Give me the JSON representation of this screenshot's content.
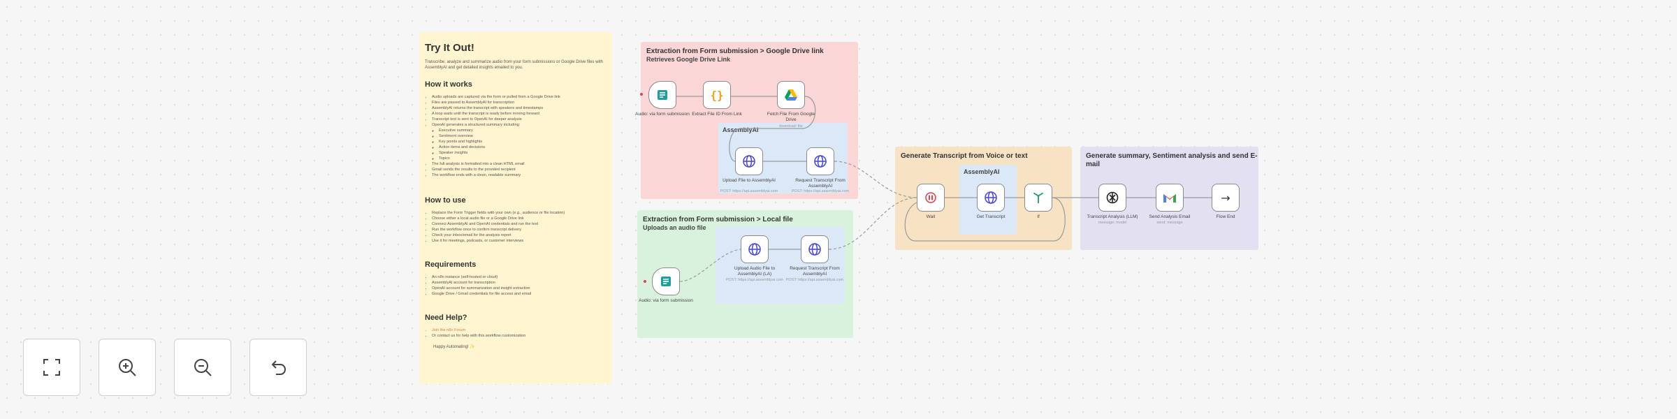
{
  "main_note": {
    "title": "Try It Out!",
    "intro": "Transcribe, analyze and summarize audio from your form submissions or Google Drive files with AssemblyAI and get detailed insights emailed to you.",
    "how_it_works": {
      "heading": "How it works",
      "items": [
        "Audio uploads are captured via the form or pulled from a Google Drive link",
        "Files are passed to AssemblyAI for transcription",
        "AssemblyAI returns the transcript with speakers and timestamps",
        "A loop waits until the transcript is ready before moving forward",
        "Transcript text is sent to OpenAI for deeper analysis",
        "OpenAI generates a structured summary including:"
      ],
      "subitems": [
        "Executive summary",
        "Sentiment overview",
        "Key points and highlights",
        "Action items and decisions",
        "Speaker insights",
        "Topics"
      ],
      "items_after": [
        "The full analysis is formatted into a clean HTML email",
        "Gmail sends the results to the provided recipient",
        "The workflow ends with a clean, readable summary"
      ]
    },
    "how_to_use": {
      "heading": "How to use",
      "items": [
        "Replace the Form Trigger fields with your own (e.g., audience or file location)",
        "Choose either a local audio file or a Google Drive link",
        "Connect AssemblyAI and OpenAI credentials and run the test",
        "Run the workflow once to confirm transcript delivery",
        "Check your inbox/email for the analysis report",
        "Use it for meetings, podcasts, or customer interviews"
      ]
    },
    "requirements": {
      "heading": "Requirements",
      "items": [
        "An n8n instance (self-hosted or cloud)",
        "AssemblyAI account for transcription",
        "OpenAI account for summarization and insight extraction",
        "Google Drive / Gmail credentials for file access and email"
      ]
    },
    "need_help": {
      "heading": "Need Help?",
      "items": [
        "Join the n8n Forum",
        "Or contact us for help with this workflow customization"
      ],
      "footer": "Happy Automating! ✨"
    }
  },
  "groups": {
    "red": {
      "title": "Extraction from Form submission > Google Drive link",
      "subtitle": "Retrieves Google Drive Link"
    },
    "green": {
      "title": "Extraction from Form submission > Local file",
      "subtitle": "Uploads an audio file"
    },
    "orange": {
      "title": "Generate Transcript from Voice or text"
    },
    "purple": {
      "title": "Generate summary, Sentiment analysis and send E-mail"
    },
    "assemblyai_label": "AssemblyAI"
  },
  "nodes": {
    "form_trigger_drive": {
      "label": "Audio: via form submission"
    },
    "extract_file_id": {
      "label": "Extract File ID From Link"
    },
    "fetch_drive": {
      "label": "Fetch File From Google Drive",
      "sub": "download: file"
    },
    "upload_assembly_drive": {
      "label": "Upload File to AssemblyAI",
      "sub": "POST: https://api.assemblyai.com"
    },
    "request_transcript_drive": {
      "label": "Request Transcript From AssemblyAI",
      "sub": "POST: https://api.assemblyai.com"
    },
    "form_trigger_local": {
      "label": "Audio: via form submission"
    },
    "upload_assembly_local": {
      "label": "Upload Audio File to AssemblyAI (LA)",
      "sub": "POST: https://api.assemblyai.com"
    },
    "request_transcript_local": {
      "label": "Request Transcript From AssemblyAI",
      "sub": "POST: https://api.assemblyai.com"
    },
    "wait": {
      "label": "Wait"
    },
    "get_transcript": {
      "label": "Get Transcript"
    },
    "if": {
      "label": "If"
    },
    "transcript_analysis": {
      "label": "Transcript Analysis (LLM)",
      "sub": "message: model"
    },
    "send_email": {
      "label": "Send Analysis Email",
      "sub": "send: message"
    },
    "no_op": {
      "label": "Flow End"
    }
  },
  "icons": {
    "form": "form-icon",
    "code": "code-braces-icon",
    "drive": "google-drive-icon",
    "http": "globe-icon",
    "wait": "pause-icon",
    "if": "branch-icon",
    "openai": "openai-icon",
    "gmail": "gmail-icon",
    "noop": "arrow-right-icon"
  },
  "colors": {
    "sticky_yellow": "#fff5d0",
    "sticky_red": "#fbd6d6",
    "sticky_green": "#d9f2dd",
    "sticky_orange": "#f7e3c4",
    "sticky_purple": "#e3e0f2",
    "sticky_blue": "#dbe8f7",
    "http_icon": "#4b4bd6",
    "wait_icon": "#e0424f",
    "if_icon": "#1f9e6a"
  },
  "controls": {
    "fit_view": "fit-view-icon",
    "zoom_in": "zoom-in-icon",
    "zoom_out": "zoom-out-icon",
    "undo": "undo-icon"
  }
}
